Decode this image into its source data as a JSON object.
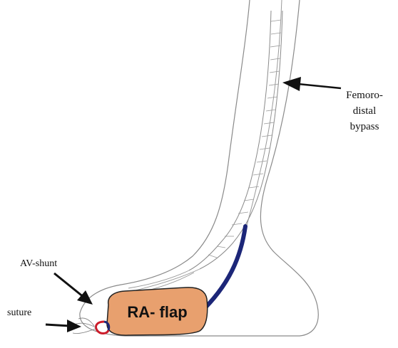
{
  "diagram": {
    "labels": {
      "bypass_line1": "Femoro-",
      "bypass_line2": "distal",
      "bypass_line3": "bypass",
      "av_shunt": "AV-shunt",
      "suture": "suture",
      "flap": "RA- flap"
    },
    "colors": {
      "flap_fill": "#e8a06e",
      "flap_stroke": "#222222",
      "bypass_vessel": "#1c2678",
      "shunt_red": "#cc1c2a",
      "shunt_blue": "#1c2678",
      "outline": "#8a8a8a",
      "arrow": "#111111"
    }
  }
}
